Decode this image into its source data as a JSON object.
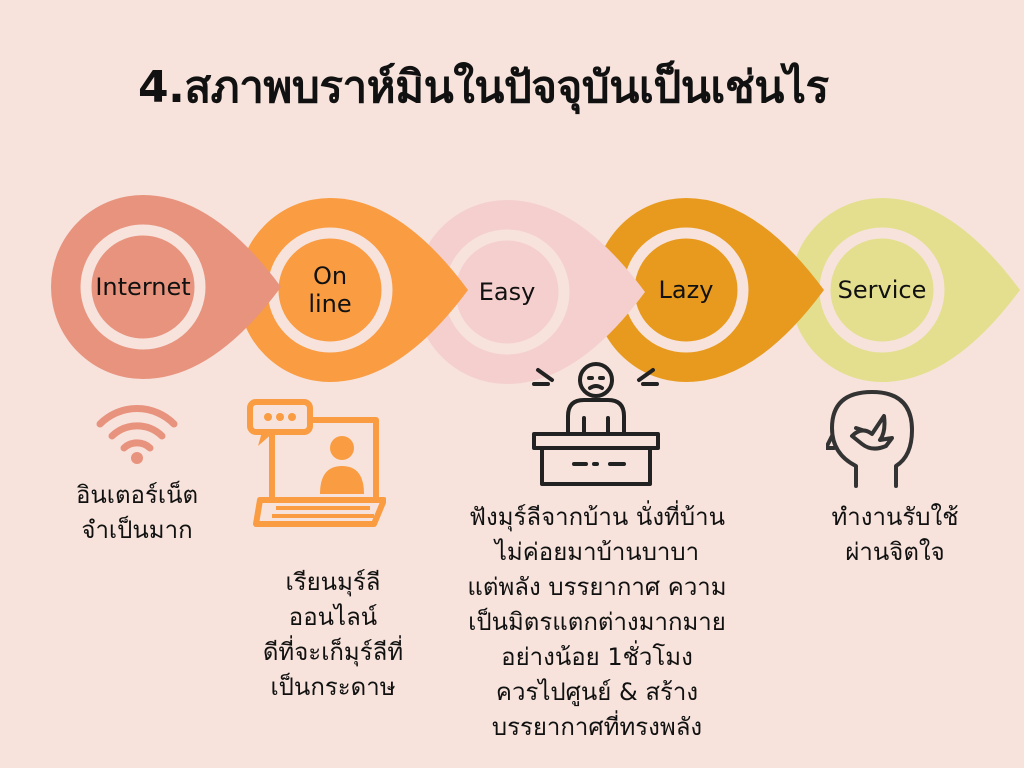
{
  "title": "4.สภาพบราห์มินในปัจจุบันเป็นเช่นไร",
  "steps": [
    {
      "label_lines": [
        "Internet"
      ],
      "color": "#E8937E",
      "icon": "wifi-icon",
      "description": [
        "อินเตอร์เน็ต",
        "จำเป็นมาก"
      ]
    },
    {
      "label_lines": [
        "On",
        "line"
      ],
      "color": "#F99C42",
      "icon": "online-class-laptop-icon",
      "description": [
        "เรียนมุร์ลี",
        "ออนไลน์",
        "ดีที่จะเก็มุร์ลีที่",
        "เป็นกระดาษ"
      ]
    },
    {
      "label_lines": [
        "Easy"
      ],
      "color": "#F5CFCD",
      "icon": "stressed-person-at-desk-icon",
      "description": [
        "ฟังมุร์ลีจากบ้าน นั่งที่บ้าน",
        "ไม่ค่อยมาบ้านบาบา",
        "แต่พลัง บรรยากาศ ความ",
        "เป็นมิตรแตกต่างมากมาย",
        "อย่างน้อย 1ชั่วโมง",
        "ควรไปศูนย์ & สร้าง",
        "บรรยากาศที่ทรงพลัง"
      ]
    },
    {
      "label_lines": [
        "Lazy"
      ],
      "color": "#E89A1E",
      "icon": null,
      "description": []
    },
    {
      "label_lines": [
        "Service"
      ],
      "color": "#E3DF8E",
      "icon": "head-with-bird-icon",
      "description": [
        "ทำงานรับใช้",
        "ผ่านจิตใจ"
      ]
    }
  ],
  "ring_color": "#F7E3DC"
}
